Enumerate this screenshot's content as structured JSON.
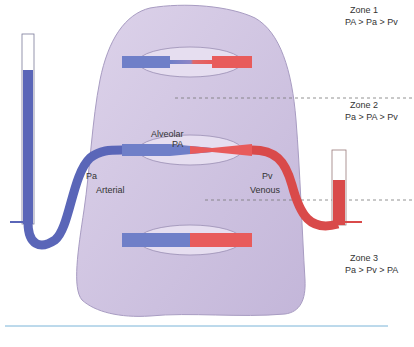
{
  "diagram": {
    "labels": [
      "Zone 1",
      "PA > Pa > Pv",
      "Alveolar",
      "PA",
      "Pa",
      "Arterial",
      "Pv",
      "Venous",
      "Zone 2",
      "Pa > PA > Pv",
      "Zone 3",
      "Pa > Pv > PA"
    ]
  }
}
